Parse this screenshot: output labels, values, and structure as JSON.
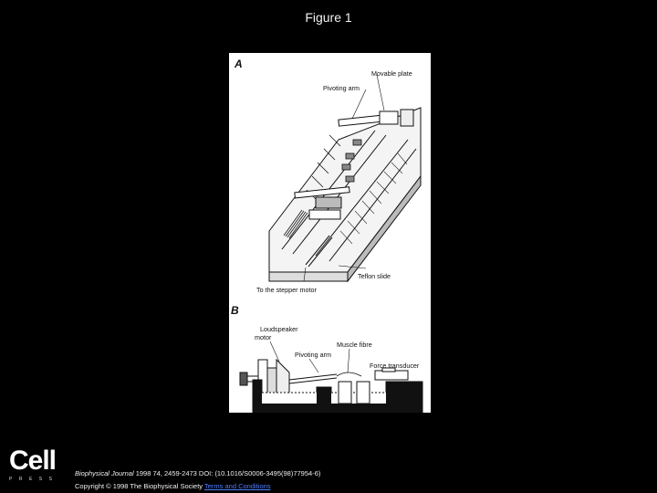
{
  "page_title": "Figure 1",
  "figure": {
    "panel_a": {
      "letter": "A",
      "labels": {
        "movable_plate": "Movable plate",
        "pivoting_arm": "Pivoting arm",
        "teflon_slide": "Teflon slide",
        "stepper_motor": "To the stepper motor"
      }
    },
    "panel_b": {
      "letter": "B",
      "labels": {
        "loudspeaker_1": "Loudspeaker",
        "loudspeaker_2": "motor",
        "pivoting_arm": "Pivoting arm",
        "muscle_fibre": "Muscle fibre",
        "force_transducer": "Force transducer"
      }
    }
  },
  "footer": {
    "logo_word": "Cell",
    "logo_press": "PRESS",
    "journal": "Biophysical Journal",
    "citation_rest": " 1998 74, 2459-2473 DOI: (10.1016/S0006-3495(98)77954-6)",
    "copyright": "Copyright © 1998 The Biophysical Society ",
    "terms_link": "Terms and Conditions"
  }
}
